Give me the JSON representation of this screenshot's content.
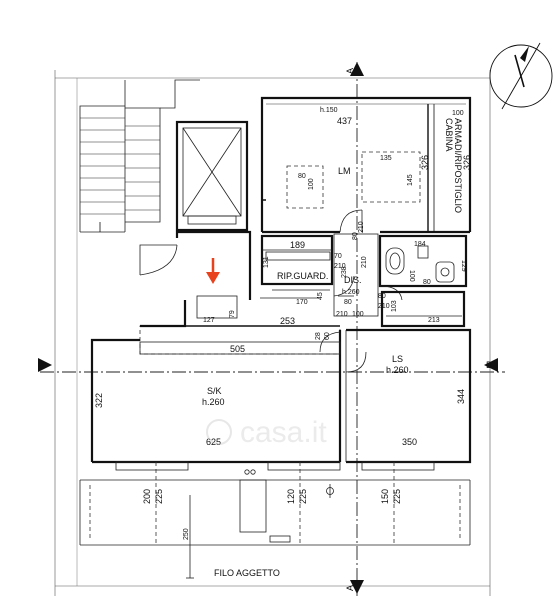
{
  "plan": {
    "section_marker_a": "A",
    "section_marker_b": "B",
    "rooms": {
      "lm": "LM",
      "rip_guard": "RIP.GUARD.",
      "dis": "DIS.",
      "dis_height": "h.260",
      "ls": "LS",
      "ls_height": "h.260",
      "sk": "S/K",
      "sk_height": "h.260",
      "cabina_1": "CABINA",
      "cabina_2": "ARMADI/RIPOSTIGLIO"
    },
    "annotations": {
      "filo_aggetto": "FILO AGGETTO",
      "top_height": "h.150"
    },
    "dimensions": {
      "d437": "437",
      "d100_top": "100",
      "d326_a": "326",
      "d326_b": "326",
      "d135": "135",
      "d145": "145",
      "d80_lm": "80",
      "d100_lm": "100",
      "d210_v1": "210",
      "d80_v1": "80",
      "d189": "189",
      "d70": "70",
      "d210_h1": "210",
      "d184": "184",
      "d129": "129",
      "d100_wc": "100",
      "d80_wc": "80",
      "d131": "131",
      "d238": "238",
      "d210_v2": "210",
      "d80_dis": "80",
      "d80_right": "80",
      "d210_right": "210",
      "d170": "170",
      "d45": "45",
      "d210_c": "210",
      "d100_c": "100",
      "d103": "103",
      "d213": "213",
      "d127": "127",
      "d79": "79",
      "d253": "253",
      "d28": "28",
      "d60": "60",
      "d505": "505",
      "d322": "322",
      "d344": "344",
      "d625": "625",
      "d350": "350",
      "d200": "200",
      "d225_a": "225",
      "d120": "120",
      "d225_b": "225",
      "d150": "150",
      "d225_c": "225",
      "d250": "250"
    },
    "watermark": "casa.it"
  }
}
